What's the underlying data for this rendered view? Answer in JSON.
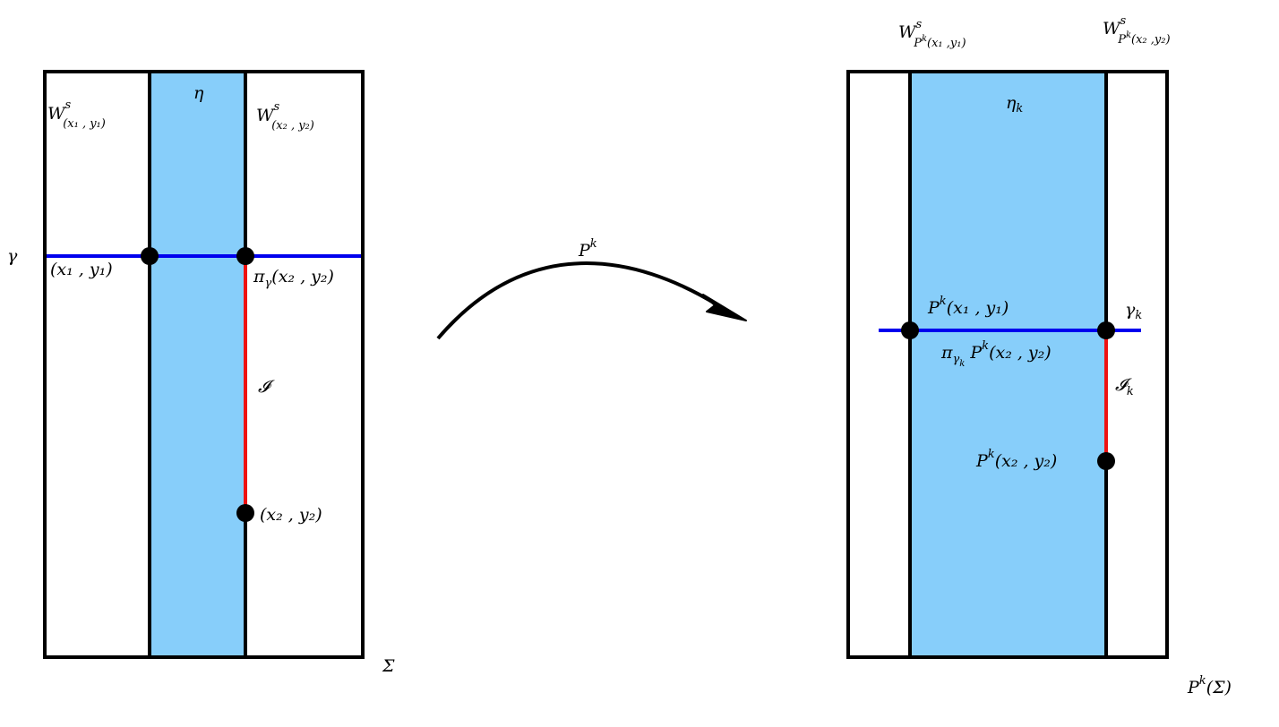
{
  "colors": {
    "strip_fill": "#87CEFA",
    "outline": "#000000",
    "transversal": "#0000EE",
    "segment": "#EE1111",
    "point": "#000000"
  },
  "left": {
    "strip_label": "η",
    "leaf1_label": {
      "main": "W",
      "sup": "s",
      "sub": "(x₁ , y₁)"
    },
    "leaf2_label": {
      "main": "W",
      "sup": "s",
      "sub": "(x₂ , y₂)"
    },
    "gamma_label": "γ",
    "point_a_label": "(x₁ , y₁)",
    "point_b_label": {
      "main": "π",
      "sub": "γ",
      "rest": "(x₂ , y₂)"
    },
    "segment_label": "𝓘",
    "point_c_label": "(x₂ , y₂)",
    "sigma_label": "Σ"
  },
  "map": {
    "label": {
      "main": "P",
      "sup": "k"
    }
  },
  "right": {
    "strip_label": {
      "main": "η",
      "sub": "k"
    },
    "leaf1_label": {
      "main": "W",
      "sup": "s",
      "sub_main": "P",
      "sub_sup": "k",
      "sub_rest": "(x₁ ,y₁)"
    },
    "leaf2_label": {
      "main": "W",
      "sup": "s",
      "sub_main": "P",
      "sub_sup": "k",
      "sub_rest": "(x₂ ,y₂)"
    },
    "point_a_label": {
      "main": "P",
      "sup": "k",
      "rest": "(x₁ , y₁)"
    },
    "gamma_label": {
      "main": "γ",
      "sub": "k"
    },
    "proj_label": {
      "main": "π",
      "sub_main": "γ",
      "sub_sub": "k",
      "mid": " P",
      "sup": "k",
      "rest": "(x₂ , y₂)"
    },
    "segment_label": {
      "main": "𝓘",
      "sub": "k"
    },
    "point_c_label": {
      "main": "P",
      "sup": "k",
      "rest": "(x₂ , y₂)"
    },
    "sigma_label": {
      "main": "P",
      "sup": "k",
      "rest": "(Σ)"
    }
  }
}
